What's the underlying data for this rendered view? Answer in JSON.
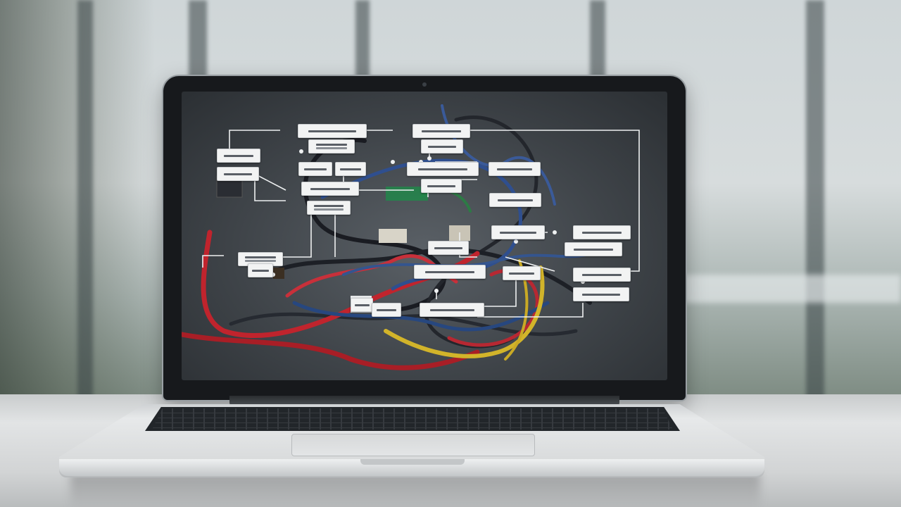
{
  "scene": {
    "description_tags": [
      "laptop-on-desk",
      "blurred-office-background"
    ],
    "colors": {
      "wire_red": "#c0242d",
      "wire_blue": "#2f4f8f",
      "wire_yellow": "#d2b42a",
      "wire_dark": "#1a1c22",
      "node_fill": "#f2f3f3",
      "connector": "#e6e8ea"
    }
  },
  "screen": {
    "diagram_nodes_count": 28,
    "content": "flowchart-overlay-on-tangled-wires"
  }
}
